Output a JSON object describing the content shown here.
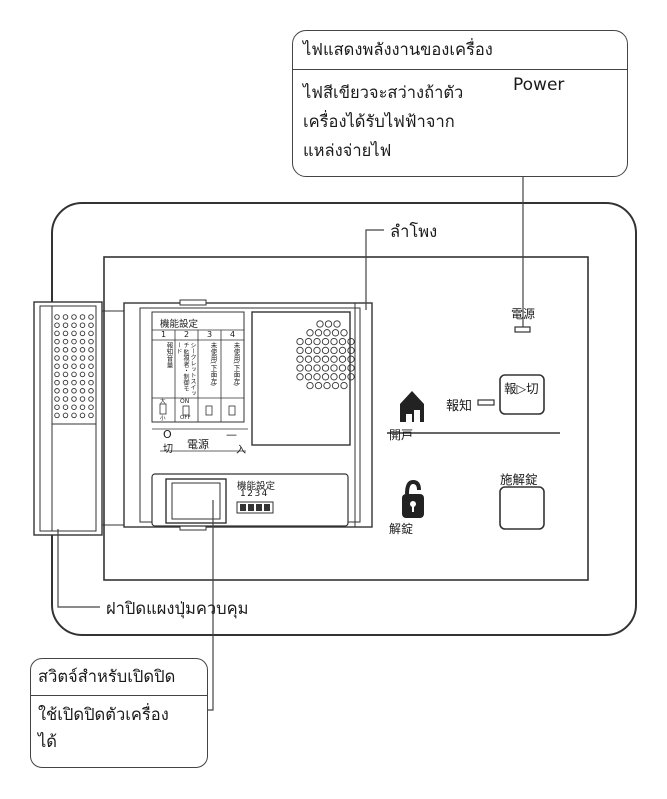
{
  "callouts": {
    "power_title": "ไฟแสดงพลังงานของเครื่อง",
    "power_desc": [
      "ไฟสีเขียวจะสว่างถ้าตัว",
      "เครื่องได้รับไฟฟ้าจาก",
      "แหล่งจ่ายไฟ"
    ],
    "power_label": "Power",
    "speaker": "ลำโพง",
    "cover": "ฝาปิดแผงปุ่มควบคุม",
    "switch_title": "สวิตจ์สำหรับเปิดปิด",
    "switch_desc": [
      "ใช้เปิดปิดตัวเครื่อง",
      "ได้"
    ]
  },
  "device": {
    "power_lamp": "電源",
    "notify_button": "報▷切",
    "notify_label": "報知",
    "open_door": "開戸",
    "unlock_button": "施解錠",
    "unlock_label": "解錠",
    "settings_title": "機能設定",
    "settings_cols": [
      "1",
      "2",
      "3",
      "4"
    ],
    "settings_items": [
      "報知音量",
      "シークレットスイッチ 監視者・制御モード",
      "未使用(下面左)",
      "未使用(下面左)"
    ],
    "switch_on": "ON",
    "switch_off": "OFF",
    "vol_high": "大",
    "vol_low": "小",
    "power_off": "切",
    "power_on": "入",
    "power_word": "電源",
    "dip_title": "機能設定",
    "dip_numbers": "1234"
  },
  "colors": {
    "power_led": "#b6e05a"
  }
}
